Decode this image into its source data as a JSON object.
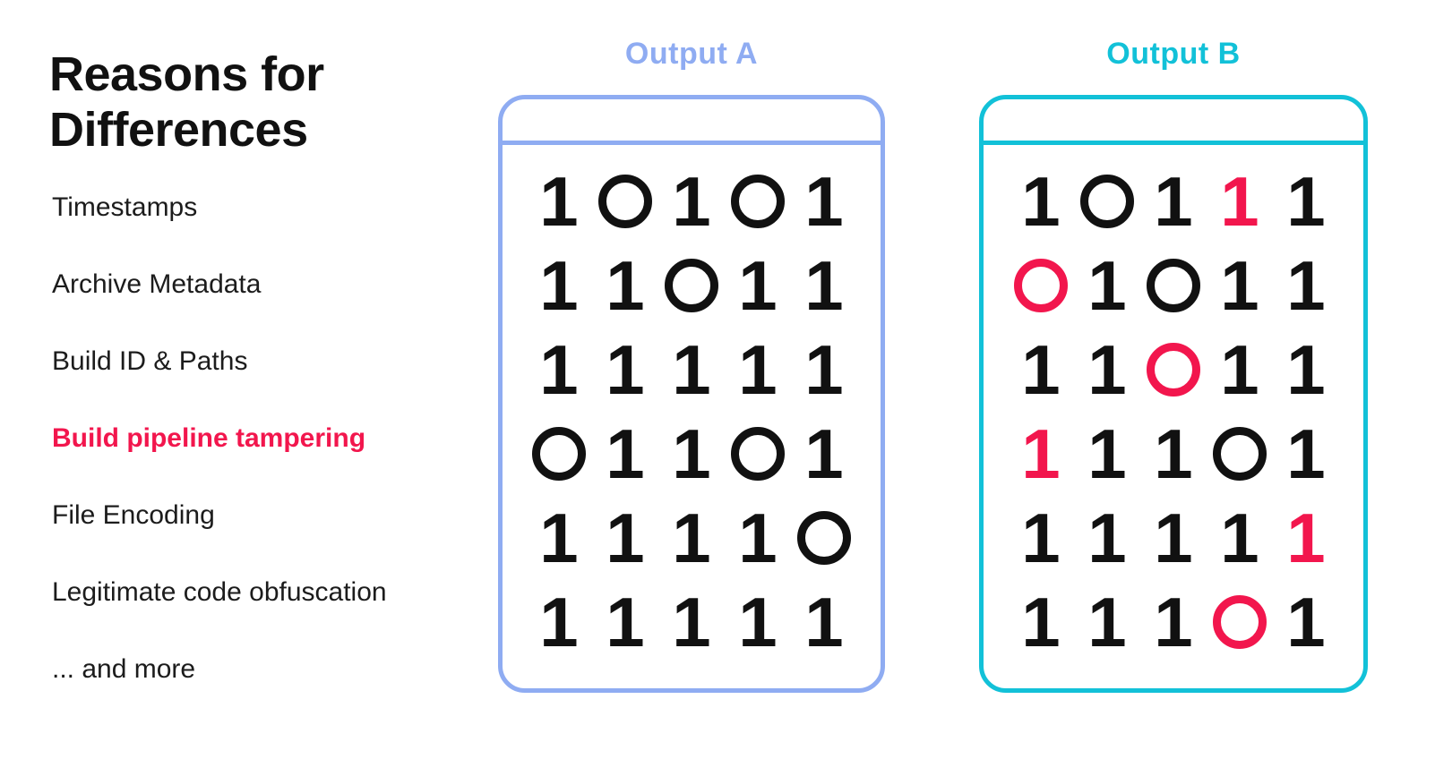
{
  "colors": {
    "highlight": "#F2164D",
    "digit": "#111111",
    "heading_text": "#111111",
    "output_a_accent": "#8FACF2",
    "output_b_accent": "#12C1D8",
    "background": "#FFFFFF"
  },
  "sidebar": {
    "title_lines": [
      "Reasons for",
      "Differences"
    ],
    "items": [
      {
        "label": "Timestamps",
        "highlight": false
      },
      {
        "label": "Archive Metadata",
        "highlight": false
      },
      {
        "label": "Build ID & Paths",
        "highlight": false
      },
      {
        "label": "Build pipeline tampering",
        "highlight": true
      },
      {
        "label": "File Encoding",
        "highlight": false
      },
      {
        "label": "Legitimate code obfuscation",
        "highlight": false
      },
      {
        "label": "... and more",
        "highlight": false
      }
    ]
  },
  "outputs": [
    {
      "id": "a",
      "label": "Output A",
      "accent": "#8FACF2",
      "rows": [
        [
          "1",
          "0",
          "1",
          "0",
          "1"
        ],
        [
          "1",
          "1",
          "0",
          "1",
          "1"
        ],
        [
          "1",
          "1",
          "1",
          "1",
          "1"
        ],
        [
          "0",
          "1",
          "1",
          "0",
          "1"
        ],
        [
          "1",
          "1",
          "1",
          "1",
          "0"
        ],
        [
          "1",
          "1",
          "1",
          "1",
          "1"
        ]
      ],
      "diff_cells": []
    },
    {
      "id": "b",
      "label": "Output B",
      "accent": "#12C1D8",
      "rows": [
        [
          "1",
          "0",
          "1",
          "1",
          "1"
        ],
        [
          "0",
          "1",
          "0",
          "1",
          "1"
        ],
        [
          "1",
          "1",
          "0",
          "1",
          "1"
        ],
        [
          "1",
          "1",
          "1",
          "0",
          "1"
        ],
        [
          "1",
          "1",
          "1",
          "1",
          "1"
        ],
        [
          "1",
          "1",
          "1",
          "0",
          "1"
        ]
      ],
      "diff_cells": [
        [
          0,
          3
        ],
        [
          1,
          0
        ],
        [
          2,
          2
        ],
        [
          3,
          0
        ],
        [
          4,
          4
        ],
        [
          5,
          3
        ]
      ]
    }
  ]
}
